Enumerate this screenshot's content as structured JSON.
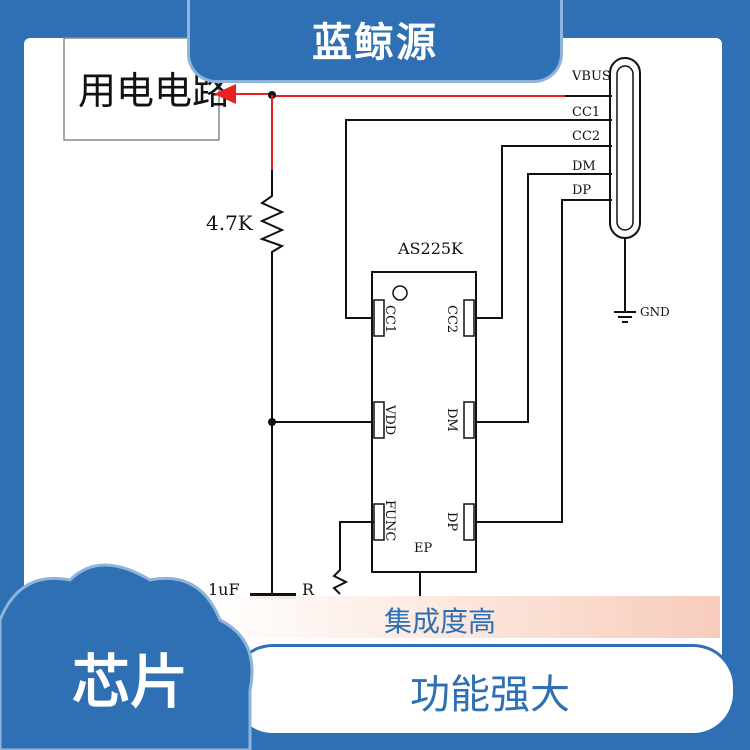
{
  "banner": {
    "title": "蓝鲸源"
  },
  "footer": {
    "left_title": "芯片",
    "feature_1": "集成度高",
    "feature_2": "功能强大"
  },
  "schematic": {
    "load_label": "用电电路",
    "resistor_label": "4.7K",
    "chip_name": "AS225K",
    "connector_pins": [
      "VBUS",
      "CC1",
      "CC2",
      "DM",
      "DP"
    ],
    "gnd_label": "GND",
    "chip_left_pins": [
      "CC1",
      "VDD",
      "FUNC"
    ],
    "chip_right_pins": [
      "CC2",
      "DM",
      "DP"
    ],
    "ep_label": "EP",
    "cap_label": "1uF",
    "r_label": "R"
  },
  "colors": {
    "background": "#2f6fb3",
    "banner_fill": "#2f6fb3",
    "banner_text": "#ffffff",
    "wire": "#000000",
    "vbus_wire": "#e82020",
    "feature_1_text": "#2f6fb3",
    "feature_2_text": "#2f6fb3"
  }
}
